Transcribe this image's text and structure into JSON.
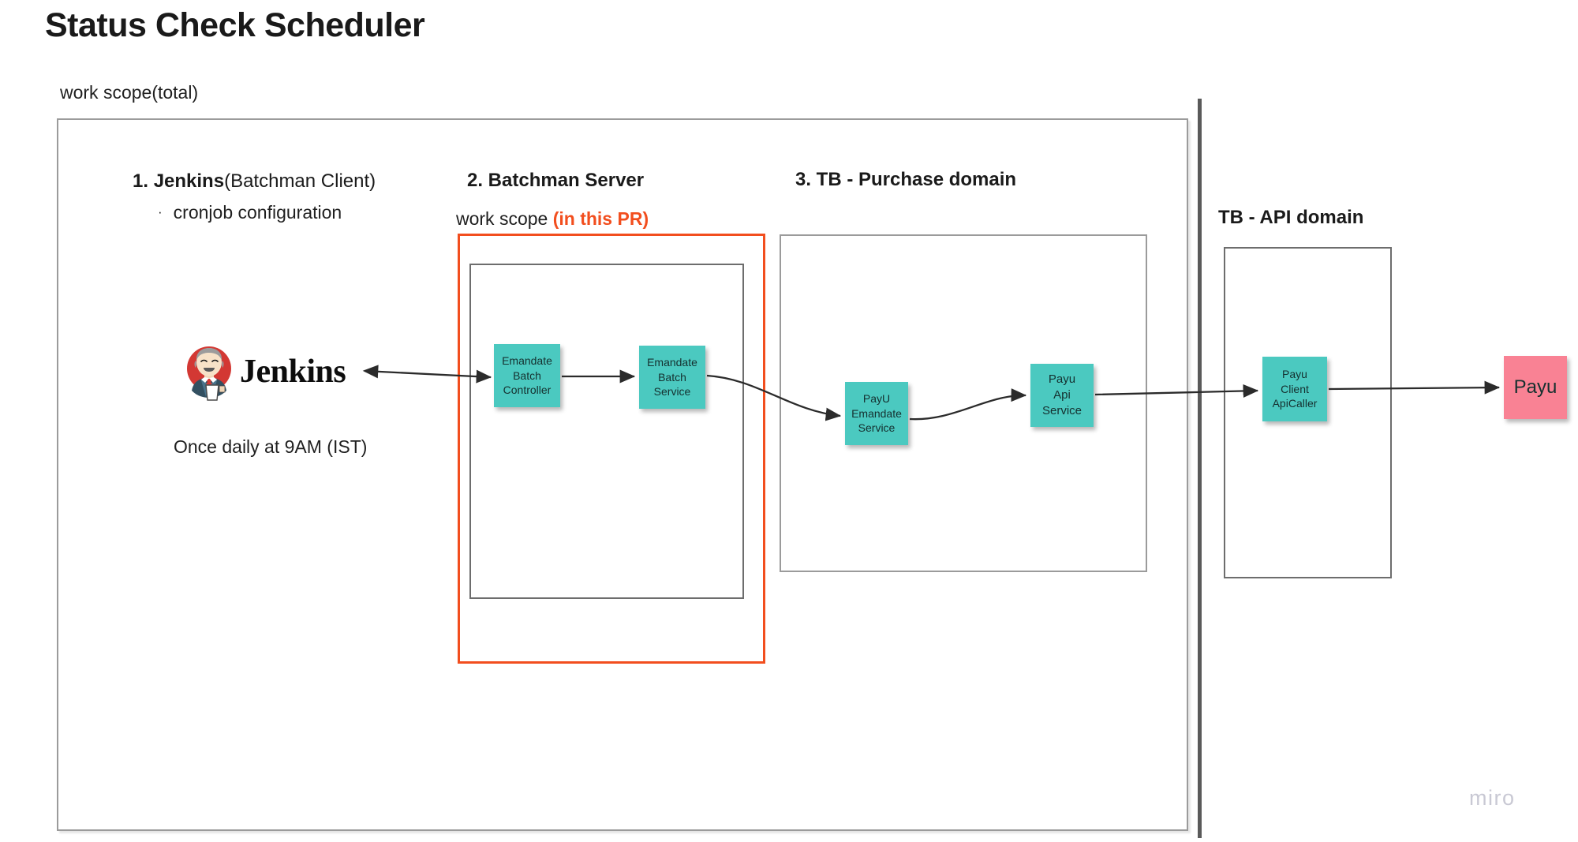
{
  "page": {
    "title": "Status Check Scheduler",
    "watermark": "miro"
  },
  "labels": {
    "work_scope_total": "work scope(total)",
    "work_scope_pr_prefix": "work scope ",
    "work_scope_pr_accent": "(in this PR)",
    "schedule_note": "Once daily at 9AM (IST)",
    "bullet_symbol": "·",
    "cronjob_bullet": "cronjob configuration"
  },
  "sections": {
    "jenkins": {
      "number": "1. ",
      "name": "Jenkins",
      "suffix": "(Batchman Client)"
    },
    "batchman": {
      "heading": "2. Batchman Server"
    },
    "purchase": {
      "heading": "3. TB - Purchase domain"
    },
    "api_domain": {
      "heading": "TB - API domain"
    }
  },
  "logo": {
    "jenkins_wordmark": "Jenkins",
    "jenkins_icon_name": "jenkins-butler-icon"
  },
  "nodes": [
    {
      "id": "emandate-batch-controller",
      "lines": [
        "Emandate",
        "Batch",
        "Controller"
      ],
      "color": "#4BC9C0"
    },
    {
      "id": "emandate-batch-service",
      "lines": [
        "Emandate",
        "Batch",
        "Service"
      ],
      "color": "#4BC9C0"
    },
    {
      "id": "payu-emandate-service",
      "lines": [
        "PayU",
        "Emandate",
        "Service"
      ],
      "color": "#4BC9C0"
    },
    {
      "id": "payu-api-service",
      "lines": [
        "Payu",
        "Api",
        "Service"
      ],
      "color": "#4BC9C0"
    },
    {
      "id": "payu-client-apicaller",
      "lines": [
        "Payu",
        "Client",
        "ApiCaller"
      ],
      "color": "#4BC9C0"
    },
    {
      "id": "payu-external",
      "lines": [
        "Payu"
      ],
      "color": "#F98294"
    }
  ],
  "connections": [
    {
      "from": "jenkins",
      "to": "emandate-batch-controller",
      "style": "double-arrow"
    },
    {
      "from": "emandate-batch-controller",
      "to": "emandate-batch-service",
      "style": "arrow"
    },
    {
      "from": "emandate-batch-service",
      "to": "payu-emandate-service",
      "style": "curved-arrow"
    },
    {
      "from": "payu-emandate-service",
      "to": "payu-api-service",
      "style": "curved-arrow"
    },
    {
      "from": "payu-api-service",
      "to": "payu-client-apicaller",
      "style": "arrow"
    },
    {
      "from": "payu-client-apicaller",
      "to": "payu-external",
      "style": "arrow"
    }
  ],
  "colors": {
    "accent_red": "#F24E1E",
    "node_teal": "#4BC9C0",
    "node_pink": "#F98294",
    "border_gray": "#9b9b9b",
    "watermark_gray": "#c9c9d4"
  }
}
